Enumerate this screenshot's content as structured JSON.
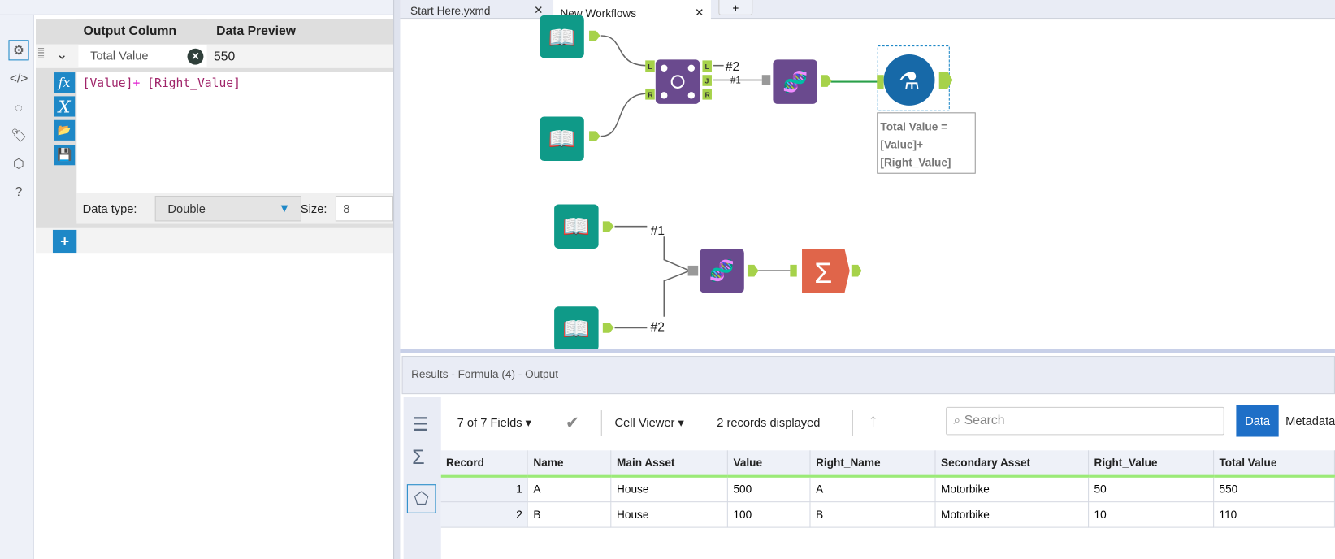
{
  "config": {
    "headers": {
      "output_column": "Output Column",
      "data_preview": "Data Preview"
    },
    "row": {
      "output_column": "Total Value",
      "preview": "550"
    },
    "expression": {
      "field1": "[Value]",
      "op": "+",
      "field2": "[Right_Value]"
    },
    "data_type_label": "Data type:",
    "data_type": "Double",
    "size_label": "Size:",
    "size": "8",
    "add_label": "+"
  },
  "left_icons": [
    "gear-icon",
    "code-icon",
    "connection-icon",
    "tag-icon",
    "cube-icon",
    "help-icon"
  ],
  "tabs": [
    {
      "label": "Start Here.yxmd"
    },
    {
      "label": "New Workflows"
    },
    {
      "label": "+"
    }
  ],
  "canvas": {
    "join_labels": {
      "l": "L",
      "r": "R",
      "j": "J"
    },
    "conn_labels": {
      "a": "#2",
      "b": "#1",
      "c": "#1",
      "d": "#2"
    },
    "annotation": [
      "Total Value =",
      "[Value]+",
      "[Right_Value]"
    ]
  },
  "results": {
    "title": "Results - Formula (4) - Output",
    "fields": "7 of 7 Fields",
    "cell_viewer": "Cell Viewer",
    "records": "2 records displayed",
    "search_placeholder": "Search",
    "data_tab": "Data",
    "metadata_tab": "Metadata",
    "columns": [
      "Record",
      "Name",
      "Main Asset",
      "Value",
      "Right_Name",
      "Secondary Asset",
      "Right_Value",
      "Total Value"
    ],
    "rows": [
      [
        "1",
        "A",
        "House",
        "500",
        "A",
        "Motorbike",
        "50",
        "550"
      ],
      [
        "2",
        "B",
        "House",
        "100",
        "B",
        "Motorbike",
        "10",
        "110"
      ]
    ]
  },
  "colors": {
    "input": "#0f9a88",
    "join": "#6a4a8e",
    "formula": "#1769a8",
    "summarize": "#e0654a",
    "accent": "#1e88c7",
    "anchor": "#a6d24a"
  }
}
